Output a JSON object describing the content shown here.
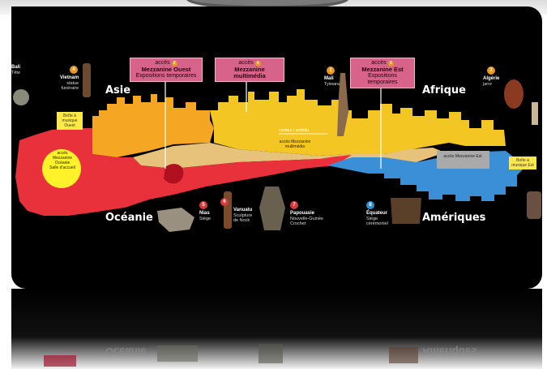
{
  "regions": {
    "asie": "Asie",
    "afrique": "Afrique",
    "oceanie": "Océanie",
    "ameriques": "Amériques"
  },
  "mezzanines": {
    "ouest": {
      "kicker": "accès",
      "num": "2",
      "title": "Mezzanine Ouest",
      "sub": "Expositions temporaires"
    },
    "multimedia": {
      "kicker": "accès",
      "num": "4",
      "title": "Mezzanine multimédia",
      "sub": ""
    },
    "est": {
      "kicker": "accès",
      "num": "3",
      "title": "Mezzanine Est",
      "sub": "Expositions temporaires"
    }
  },
  "captions": {
    "vietnam": {
      "num": "4",
      "title": "Vietnam",
      "l1": "statue",
      "l2": "funéraire"
    },
    "mali": {
      "num": "1",
      "title": "Mali",
      "l1": "Tyiwara"
    },
    "algerie": {
      "num": "2",
      "title": "Algérie",
      "l1": "jarre"
    },
    "nias": {
      "num": "5",
      "title": "Nias",
      "l1": "Siège"
    },
    "vanuatu": {
      "num": "6",
      "title": "Vanuatu",
      "l1": "Sculpture",
      "l2": "de Nock"
    },
    "papouasie": {
      "num": "7",
      "title": "Papouasie",
      "l1": "Nouvelle-Guinée",
      "l2": "Crochet"
    },
    "equateur": {
      "num": "8",
      "title": "Équateur",
      "l1": "Siège",
      "l2": "cérémoniel"
    },
    "bali": {
      "title": "Bali",
      "l1": "Tête"
    }
  },
  "boxes": {
    "boite_ouest": "Boîte à musique Ouest",
    "boite_est": "Boîte à musique Est",
    "contes": "contes / ambitu",
    "mezz_oceanie": "accès Mezzanine Océanie",
    "salle": "Salle d'accueil",
    "mezz_centrale": "accès Mezzanine multimédia",
    "mezz_amer": "accès Mezzanine Est"
  },
  "colors": {
    "asie": "#f5a623",
    "afrique": "#f3c623",
    "oceanie": "#e8313a",
    "ameriques": "#3a8fd6",
    "corridor": "#e6c27a",
    "mezzanine": "#d7628a"
  }
}
